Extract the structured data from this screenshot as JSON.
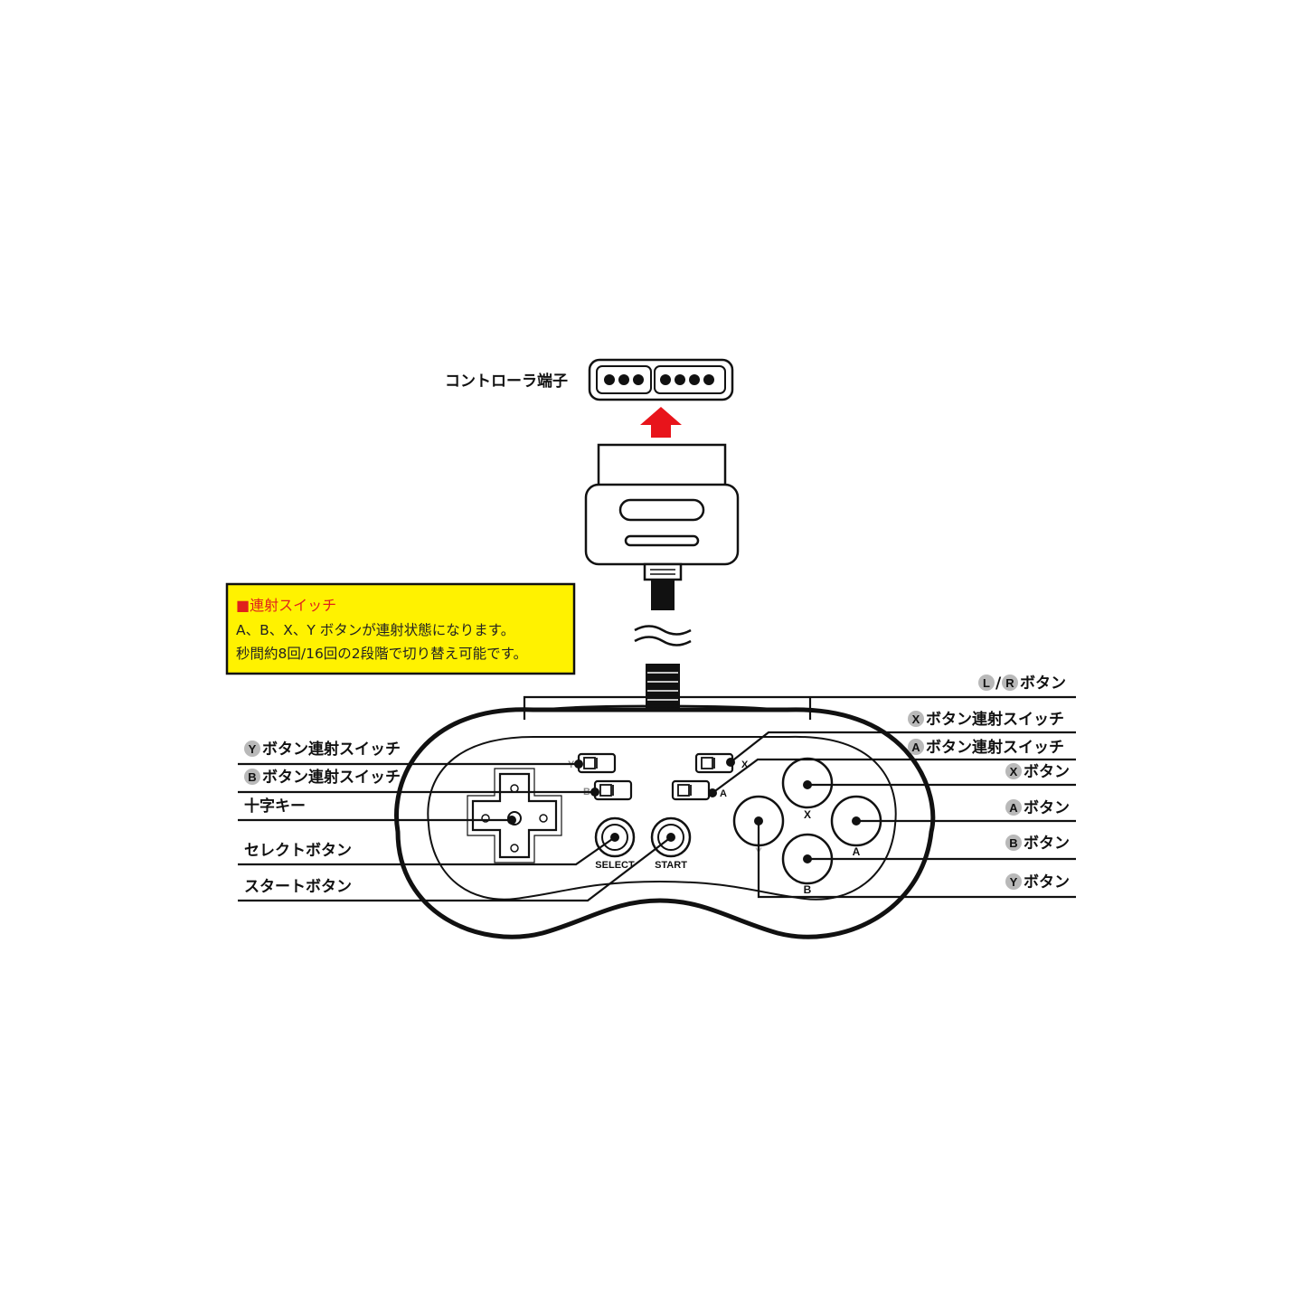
{
  "connector": {
    "label": "コントローラ端子"
  },
  "note": {
    "title": "■連射スイッチ",
    "line1": "A、B、X、Y ボタンが連射状態になります。",
    "line2": "秒間約8回/16回の2段階で切り替え可能です。"
  },
  "labels": {
    "lr": {
      "badge1": "L",
      "sep": "/",
      "badge2": "R",
      "text": "ボタン"
    },
    "x_turbo": {
      "badge": "X",
      "text": "ボタン連射スイッチ"
    },
    "a_turbo": {
      "badge": "A",
      "text": "ボタン連射スイッチ"
    },
    "x_button": {
      "badge": "X",
      "text": "ボタン"
    },
    "a_button": {
      "badge": "A",
      "text": "ボタン"
    },
    "b_button": {
      "badge": "B",
      "text": "ボタン"
    },
    "y_button": {
      "badge": "Y",
      "text": "ボタン"
    },
    "y_turbo": {
      "badge": "Y",
      "text": "ボタン連射スイッチ"
    },
    "b_turbo": {
      "badge": "B",
      "text": "ボタン連射スイッチ"
    },
    "dpad": {
      "text": "十字キー"
    },
    "select": {
      "text": "セレクトボタン"
    },
    "start": {
      "text": "スタートボタン"
    }
  },
  "controller": {
    "select_label": "SELECT",
    "start_label": "START",
    "face_x": "X",
    "face_a": "A",
    "face_b": "B",
    "face_y": "Y",
    "switch_y": "Y",
    "switch_b": "B",
    "switch_x": "X",
    "switch_a": "A"
  },
  "colors": {
    "note_bg": "#fff200",
    "note_title": "#e0201c",
    "arrow": "#e8141b",
    "badge": "#b9b9b9",
    "line": "#111111"
  }
}
